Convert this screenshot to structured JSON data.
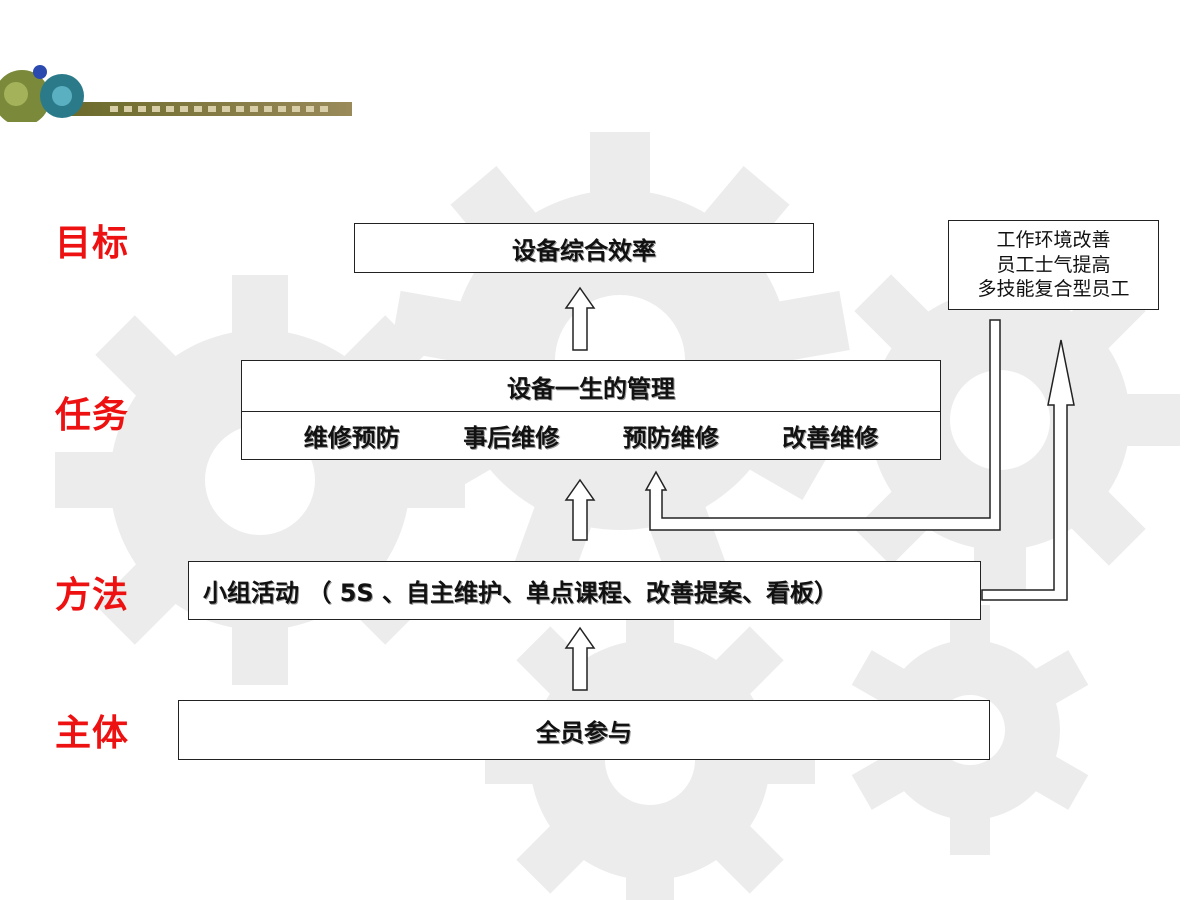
{
  "logo": {
    "icon": "gear-logo-icon"
  },
  "labels": {
    "goal": "目标",
    "task": "任务",
    "method": "方法",
    "subject": "主体"
  },
  "boxes": {
    "goal": "设备综合效率",
    "task_title": "设备一生的管理",
    "task_items": [
      "维修预防",
      "事后维修",
      "预防维修",
      "改善维修"
    ],
    "method": "小组活动 （ 5S 、自主维护、单点课程、改善提案、看板）",
    "subject": "全员参与",
    "outcomes": [
      "工作环境改善",
      "员工士气提高",
      "多技能复合型员工"
    ]
  },
  "colors": {
    "label_red": "#ee1111",
    "gear_watermark": "#eeeeee",
    "border": "#222222"
  }
}
